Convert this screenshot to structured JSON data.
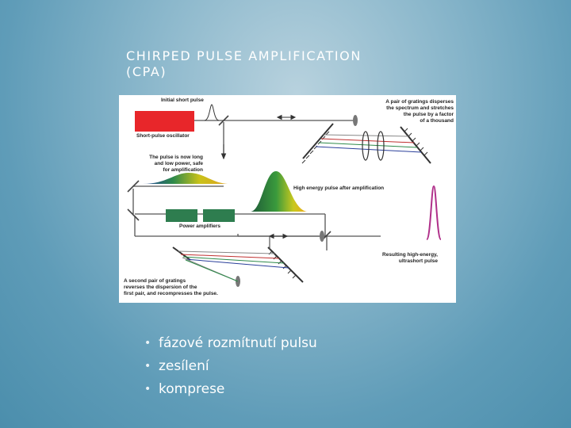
{
  "slide": {
    "title_line1": "CHIRPED PULSE AMPLIFICATION",
    "title_line2": "(CPA)"
  },
  "diagram": {
    "labels": {
      "initial_pulse": "Initial short pulse",
      "oscillator": "Short-pulse oscillator",
      "gratings1_l1": "A pair of gratings disperses",
      "gratings1_l2": "the spectrum and stretches",
      "gratings1_l3": "the pulse by a factor",
      "gratings1_l4": "of a thousand",
      "long_l1": "The pulse is now long",
      "long_l2": "and low power, safe",
      "long_l3": "for amplification",
      "high_energy": "High energy pulse after amplification",
      "amplifiers": "Power amplifiers",
      "result_l1": "Resulting high-energy,",
      "result_l2": "ultrashort pulse",
      "gratings2_l1": "A second pair of gratings",
      "gratings2_l2": "reverses the dispersion of the",
      "gratings2_l3": "first pair, and recompresses the pulse."
    }
  },
  "bullets": [
    "fázové rozmítnutí pulsu",
    "zesílení",
    "komprese"
  ],
  "colors": {
    "oscillator": "#e8262a",
    "amplifier": "#2e7d4f",
    "final_pulse": "#b0308a"
  }
}
